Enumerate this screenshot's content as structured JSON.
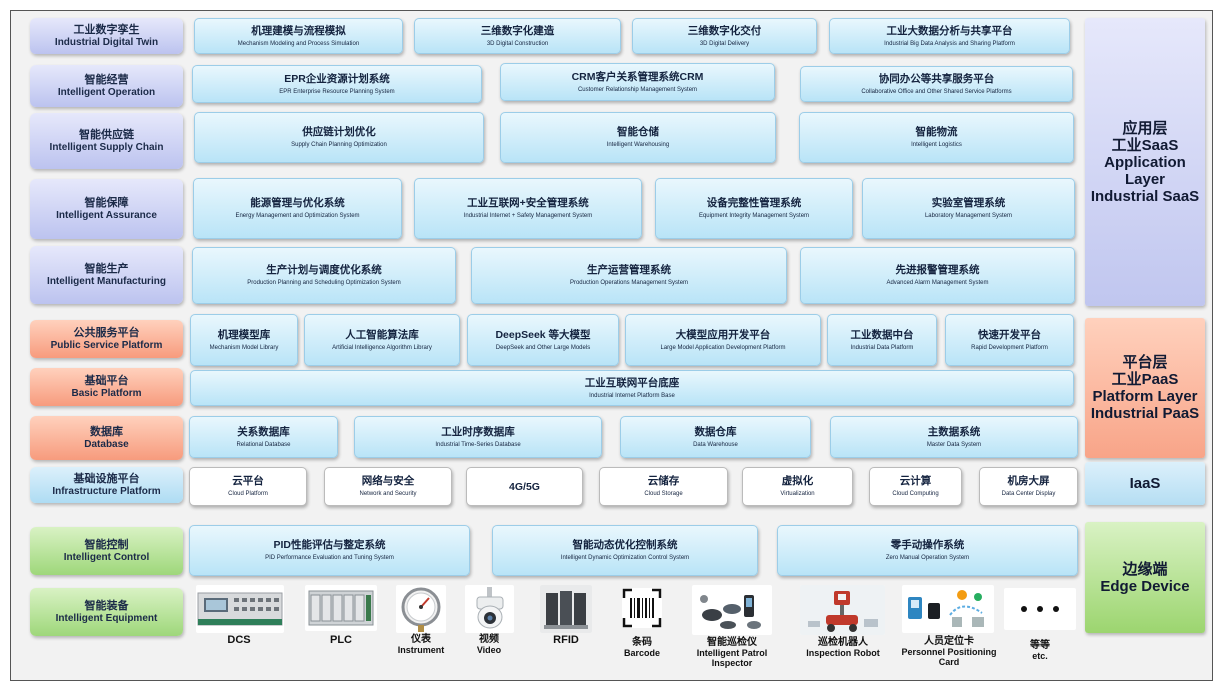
{
  "left_labels": {
    "digital_twin": {
      "zh": "工业数字孪生",
      "en": "Industrial Digital Twin"
    },
    "operation": {
      "zh": "智能经营",
      "en": "Intelligent Operation"
    },
    "supply_chain": {
      "zh": "智能供应链",
      "en": "Intelligent Supply Chain"
    },
    "assurance": {
      "zh": "智能保障",
      "en": "Intelligent Assurance"
    },
    "manufacturing": {
      "zh": "智能生产",
      "en": "Intelligent Manufacturing"
    },
    "public_service": {
      "zh": "公共服务平台",
      "en": "Public Service Platform"
    },
    "basic_platform": {
      "zh": "基础平台",
      "en": "Basic Platform"
    },
    "database": {
      "zh": "数据库",
      "en": "Database"
    },
    "infrastructure": {
      "zh": "基础设施平台",
      "en": "Infrastructure Platform"
    },
    "control": {
      "zh": "智能控制",
      "en": "Intelligent Control"
    },
    "equipment": {
      "zh": "智能装备",
      "en": "Intelligent Equipment"
    }
  },
  "rows": {
    "digital_twin": [
      {
        "zh": "机理建模与流程模拟",
        "en": "Mechanism Modeling and Process Simulation"
      },
      {
        "zh": "三维数字化建造",
        "en": "3D Digital Construction"
      },
      {
        "zh": "三维数字化交付",
        "en": "3D Digital Delivery"
      },
      {
        "zh": "工业大数据分析与共享平台",
        "en": "Industrial Big Data Analysis and Sharing Platform"
      }
    ],
    "operation": [
      {
        "zh": "EPR企业资源计划系统",
        "en": "EPR Enterprise Resource Planning System"
      },
      {
        "zh": "CRM客户关系管理系统CRM",
        "en": "Customer Relationship Management System"
      },
      {
        "zh": "协同办公等共享服务平台",
        "en": "Collaborative Office and Other Shared Service Platforms"
      }
    ],
    "supply_chain": [
      {
        "zh": "供应链计划优化",
        "en": "Supply Chain Planning Optimization"
      },
      {
        "zh": "智能仓储",
        "en": "Intelligent Warehousing"
      },
      {
        "zh": "智能物流",
        "en": "Intelligent Logistics"
      }
    ],
    "assurance": [
      {
        "zh": "能源管理与优化系统",
        "en": "Energy Management and Optimization System"
      },
      {
        "zh": "工业互联网+安全管理系统",
        "en": "Industrial Internet + Safety Management System"
      },
      {
        "zh": "设备完整性管理系统",
        "en": "Equipment Integrity Management System"
      },
      {
        "zh": "实验室管理系统",
        "en": "Laboratory Management System"
      }
    ],
    "manufacturing": [
      {
        "zh": "生产计划与调度优化系统",
        "en": "Production Planning and Scheduling Optimization System"
      },
      {
        "zh": "生产运营管理系统",
        "en": "Production Operations Management System"
      },
      {
        "zh": "先进报警管理系统",
        "en": "Advanced Alarm Management System"
      }
    ],
    "public_service": [
      {
        "zh": "机理模型库",
        "en": "Mechanism Model Library"
      },
      {
        "zh": "人工智能算法库",
        "en": "Artificial Intelligence Algorithm Library"
      },
      {
        "zh": "DeepSeek 等大模型",
        "en": "DeepSeek and Other Large Models"
      },
      {
        "zh": "大模型应用开发平台",
        "en": "Large Model Application Development Platform"
      },
      {
        "zh": "工业数据中台",
        "en": "Industrial Data Platform"
      },
      {
        "zh": "快速开发平台",
        "en": "Rapid Development Platform"
      }
    ],
    "basic_platform": [
      {
        "zh": "工业互联网平台底座",
        "en": "Industrial Internet Platform Base"
      }
    ],
    "database": [
      {
        "zh": "关系数据库",
        "en": "Relational Database"
      },
      {
        "zh": "工业时序数据库",
        "en": "Industrial Time-Series Database"
      },
      {
        "zh": "数据仓库",
        "en": "Data Warehouse"
      },
      {
        "zh": "主数据系统",
        "en": "Master Data System"
      }
    ],
    "infrastructure": [
      {
        "zh": "云平台",
        "en": "Cloud Platform"
      },
      {
        "zh": "网络与安全",
        "en": "Network and Security"
      },
      {
        "zh": "4G/5G",
        "en": ""
      },
      {
        "zh": "云储存",
        "en": "Cloud Storage"
      },
      {
        "zh": "虚拟化",
        "en": "Virtualization"
      },
      {
        "zh": "云计算",
        "en": "Cloud Computing"
      },
      {
        "zh": "机房大屏",
        "en": "Data Center Display"
      }
    ],
    "control": [
      {
        "zh": "PID性能评估与整定系统",
        "en": "PID Performance Evaluation and Tuning System"
      },
      {
        "zh": "智能动态优化控制系统",
        "en": "Intelligent Dynamic Optimization Control System"
      },
      {
        "zh": "零手动操作系统",
        "en": "Zero Manual Operation System"
      }
    ]
  },
  "equipment": [
    {
      "zh": "DCS",
      "en": "",
      "icon": "dcs-controller-icon"
    },
    {
      "zh": "PLC",
      "en": "",
      "icon": "plc-module-icon"
    },
    {
      "zh": "仪表",
      "en": "Instrument",
      "icon": "pressure-gauge-icon"
    },
    {
      "zh": "视频",
      "en": "Video",
      "icon": "camera-icon"
    },
    {
      "zh": "RFID",
      "en": "",
      "icon": "rfid-reader-icon"
    },
    {
      "zh": "条码",
      "en": "Barcode",
      "icon": "barcode-icon"
    },
    {
      "zh": "智能巡检仪",
      "en": "Intelligent Patrol Inspector",
      "icon": "patrol-inspector-icon"
    },
    {
      "zh": "巡检机器人",
      "en": "Inspection Robot",
      "icon": "robot-icon"
    },
    {
      "zh": "人员定位卡",
      "en": "Personnel Positioning Card",
      "icon": "positioning-card-icon"
    },
    {
      "zh": "等等",
      "en": "etc.",
      "icon": "ellipsis-icon"
    }
  ],
  "layers": {
    "app": [
      "应用层",
      "工业SaaS",
      "Application",
      "Layer",
      "Industrial SaaS"
    ],
    "plat": [
      "平台层",
      "工业PaaS",
      "Platform Layer",
      "Industrial PaaS"
    ],
    "iaas": [
      "IaaS"
    ],
    "edge": [
      "边缘端",
      "Edge Device"
    ]
  },
  "colors": {
    "app": "#c0c6ef",
    "platform": "#f8a488",
    "iaas": "#b5def3",
    "edge": "#9cd56f",
    "box_blue": "#b9e4f7"
  }
}
